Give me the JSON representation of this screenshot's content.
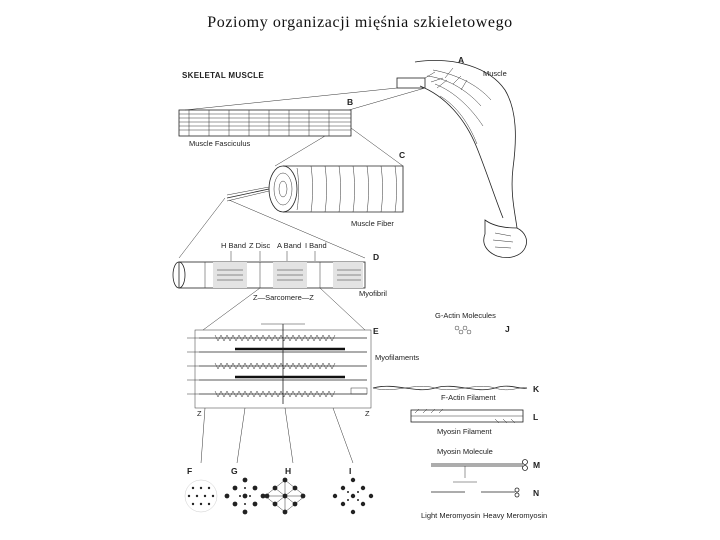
{
  "slide": {
    "title": "Poziomy organizacji mięśnia szkieletowego"
  },
  "figure": {
    "heading": "SKELETAL MUSCLE",
    "panel_letters": {
      "a": "A",
      "b": "B",
      "c": "C",
      "d": "D",
      "e": "E",
      "f": "F",
      "g": "G",
      "h": "H",
      "i": "I",
      "j": "J",
      "k": "K",
      "l": "L",
      "m": "M",
      "n": "N"
    },
    "labels": {
      "muscle": "Muscle",
      "muscle_fasciculus": "Muscle Fasciculus",
      "muscle_fiber": "Muscle Fiber",
      "myofibril": "Myofibril",
      "h_band": "H Band",
      "z_disc": "Z Disc",
      "a_band": "A Band",
      "i_band": "I Band",
      "sarcomere": "Z—Sarcomere—Z",
      "z": "Z",
      "myofilaments": "Myofilaments",
      "g_actin": "G-Actin Molecules",
      "f_actin": "F-Actin Filament",
      "myosin_filament": "Myosin Filament",
      "myosin_molecule": "Myosin Molecule",
      "light_meromyosin": "Light Meromyosin",
      "heavy_meromyosin": "Heavy Meromyosin"
    }
  }
}
